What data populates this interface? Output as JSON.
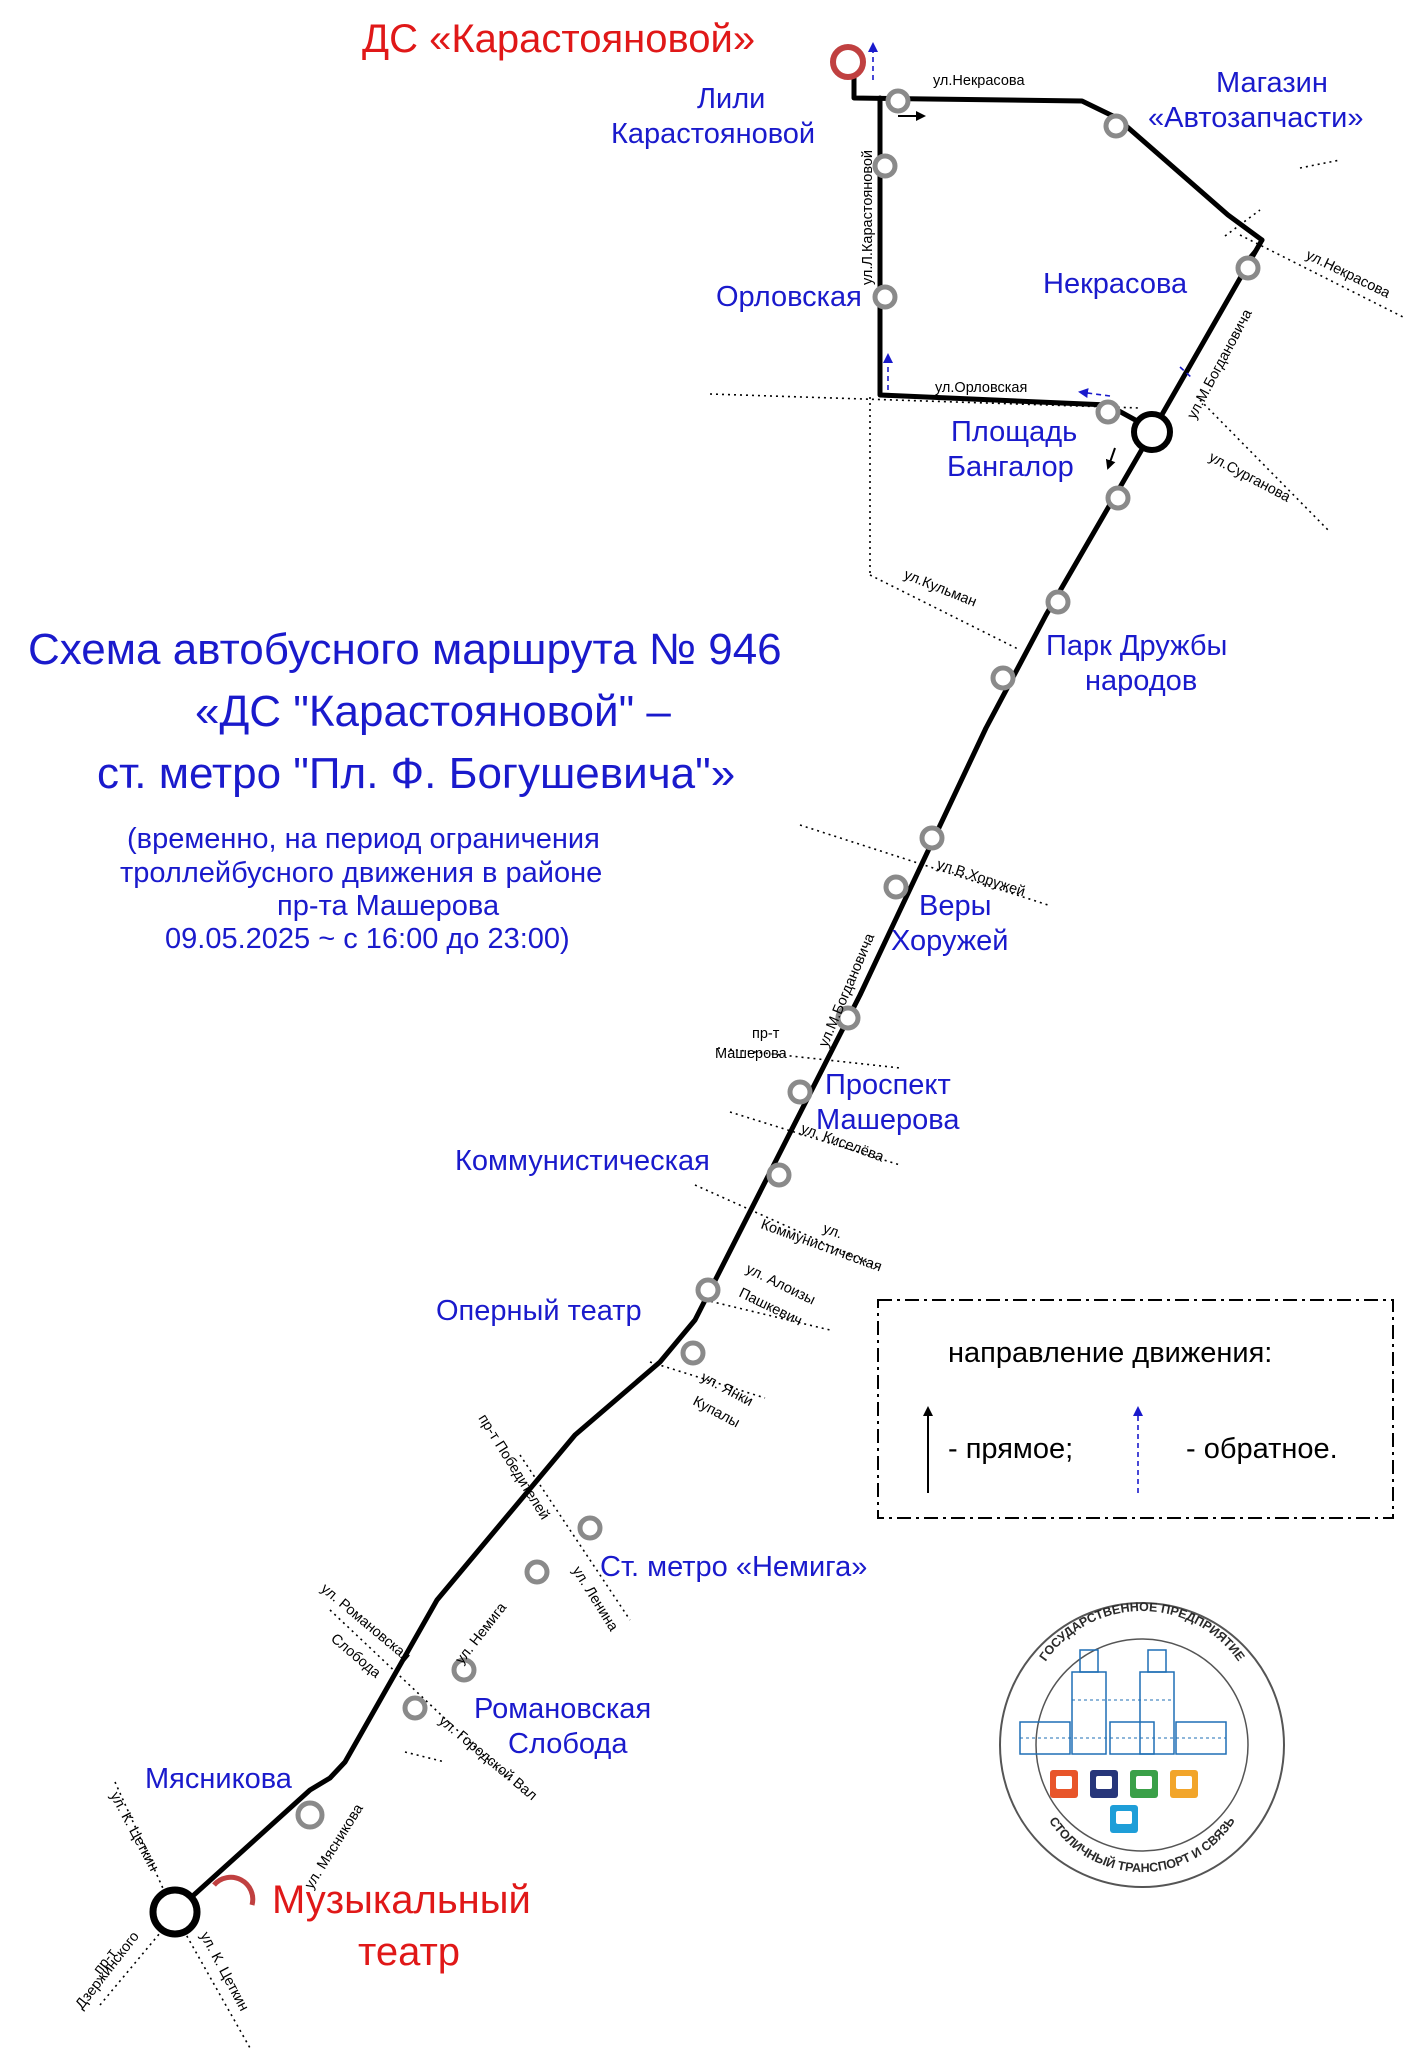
{
  "title": {
    "line1": "Схема автобусного маршрута № 946",
    "line2": "«ДС \"Карастояновой\" –",
    "line3": "ст. метро \"Пл. Ф. Богушевича\"»"
  },
  "subtitle": {
    "line1": "(временно, на период ограничения",
    "line2": "троллейбусного движения в районе",
    "line3": "пр-та Машерова",
    "line4": "09.05.2025  ~ с 16:00 до 23:00)"
  },
  "terminals": {
    "start": "ДС «Карастояновой»",
    "end_line1": "Музыкальный",
    "end_line2": "театр"
  },
  "stops": {
    "lili_1": "Лили",
    "lili_2": "Карастояновой",
    "magazin_1": "Магазин",
    "magazin_2": "«Автозапчасти»",
    "nekrasova": "Некрасова",
    "orlovskaya": "Орловская",
    "bangalor_1": "Площадь",
    "bangalor_2": "Бангалор",
    "park_1": "Парк Дружбы",
    "park_2": "народов",
    "very_1": "Веры",
    "very_2": "Хоружей",
    "masherova_1": "Проспект",
    "masherova_2": "Машерова",
    "kommun": "Коммунистическая",
    "opera": "Оперный театр",
    "nemiga": "Ст. метро «Немига»",
    "roman_1": "Романовская",
    "roman_2": "Слобода",
    "myasnikova": "Мясникова"
  },
  "streets": {
    "nekrasova_top": "ул.Некрасова",
    "lkarast": "ул.Л.Карастояновой",
    "nekrasova_right": "ул.Некрасова",
    "orlovskaya": "ул.Орловская",
    "bogd_top": "ул.М.Богдановича",
    "surganova": "ул.Сурганова",
    "kulman": "ул.Кульман",
    "v_khoruzhey": "ул.В.Хоружей",
    "bogd_mid": "ул.М.Богдановича",
    "pr_masherova_1": "пр-т",
    "pr_masherova_2": "Машерова",
    "kiseleva": "ул. Киселёва",
    "kommun_1": "ул.",
    "kommun_2": "Коммунистическая",
    "pashkevich_1": "ул. Алоизы",
    "pashkevich_2": "Пашкевич",
    "kupaly_1": "ул. Янки",
    "kupaly_2": "Купалы",
    "pobediteley": "пр-т Победителей",
    "lenina": "ул. Ленина",
    "nemiga": "ул. Немига",
    "romanovskaya_1": "ул. Романовская",
    "romanovskaya_2": "Слобода",
    "gorodskoy_val": "ул. Городской Вал",
    "myasnikova": "ул. Мясникова",
    "tsetkin_top": "ул. К. Цеткин",
    "dzerzhinskogo_1": "пр-т",
    "dzerzhinskogo_2": "Дзержинского",
    "tsetkin_bottom": "ул. К. Цеткин"
  },
  "legend": {
    "heading": "направление движения:",
    "forward": "- прямое;",
    "reverse": "- обратное."
  },
  "logo": {
    "top_text": "ГОСУДАРСТВЕННОЕ ПРЕДПРИЯТИЕ",
    "bottom_text": "СТОЛИЧНЫЙ ТРАНСПОРТ И СВЯЗЬ"
  },
  "colors": {
    "stop_label": "#1a1acc",
    "terminal_label": "#e01818",
    "route_line": "#000000",
    "stop_marker": "#8a8a8a",
    "reverse_arrow": "#1a1acc"
  }
}
